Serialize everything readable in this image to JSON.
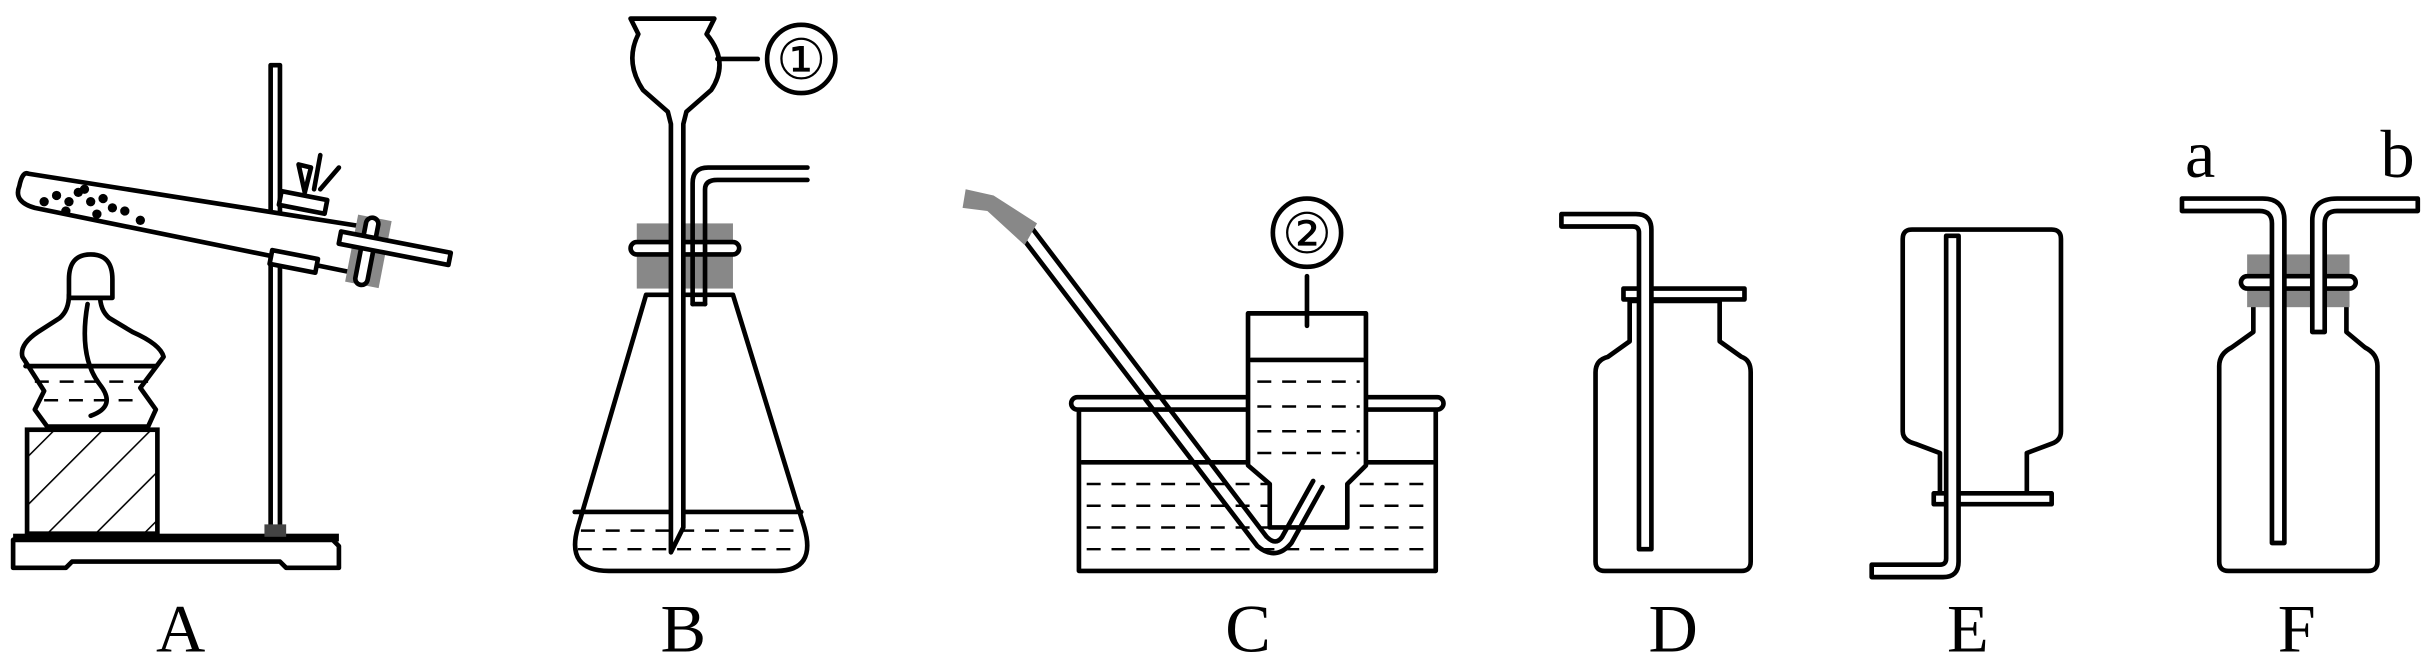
{
  "labels": {
    "A": "A",
    "B": "B",
    "C": "C",
    "D": "D",
    "E": "E",
    "F": "F"
  },
  "callouts": {
    "one": "①",
    "two": "②"
  },
  "ports": {
    "a": "a",
    "b": "b"
  },
  "colors": {
    "stopper": "#888888",
    "line": "#000000"
  }
}
